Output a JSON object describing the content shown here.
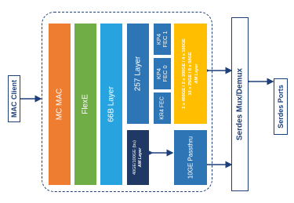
{
  "diagram": {
    "mac_client": "MAC Client",
    "serdes_ports": "Serdes Ports",
    "serdes_mux": "Serdes Mux/Demux",
    "mc_mac": "MC MAC",
    "flexe": "FlexE",
    "layer_66b": "66B Layer",
    "layer_257": "257 Layer",
    "kp4_fec_1": "KP4\nFEC 1",
    "kp4_fec_0": "KP4\nFEC 0",
    "kr4_fec": "KR4 FEC",
    "am_layer_rates": "1 x 400GE / 2 x 200GE / 4 x 100GE",
    "am_layer_rates_2": "16 x 25GE / 8 x 50GE",
    "am_layer_name": "AM Layer",
    "am_layer_40": "40GE/100GE (bu)",
    "am_layer_40_name": "AM Layer",
    "passthru": "10GE Passthru"
  },
  "colors": {
    "navy": "#1f3f7a",
    "orange": "#ef7d31",
    "green": "#70ad47",
    "light_blue": "#27a3e0",
    "mid_blue": "#2e75b6",
    "yellow": "#ffbf00",
    "dark_navy": "#203864"
  }
}
